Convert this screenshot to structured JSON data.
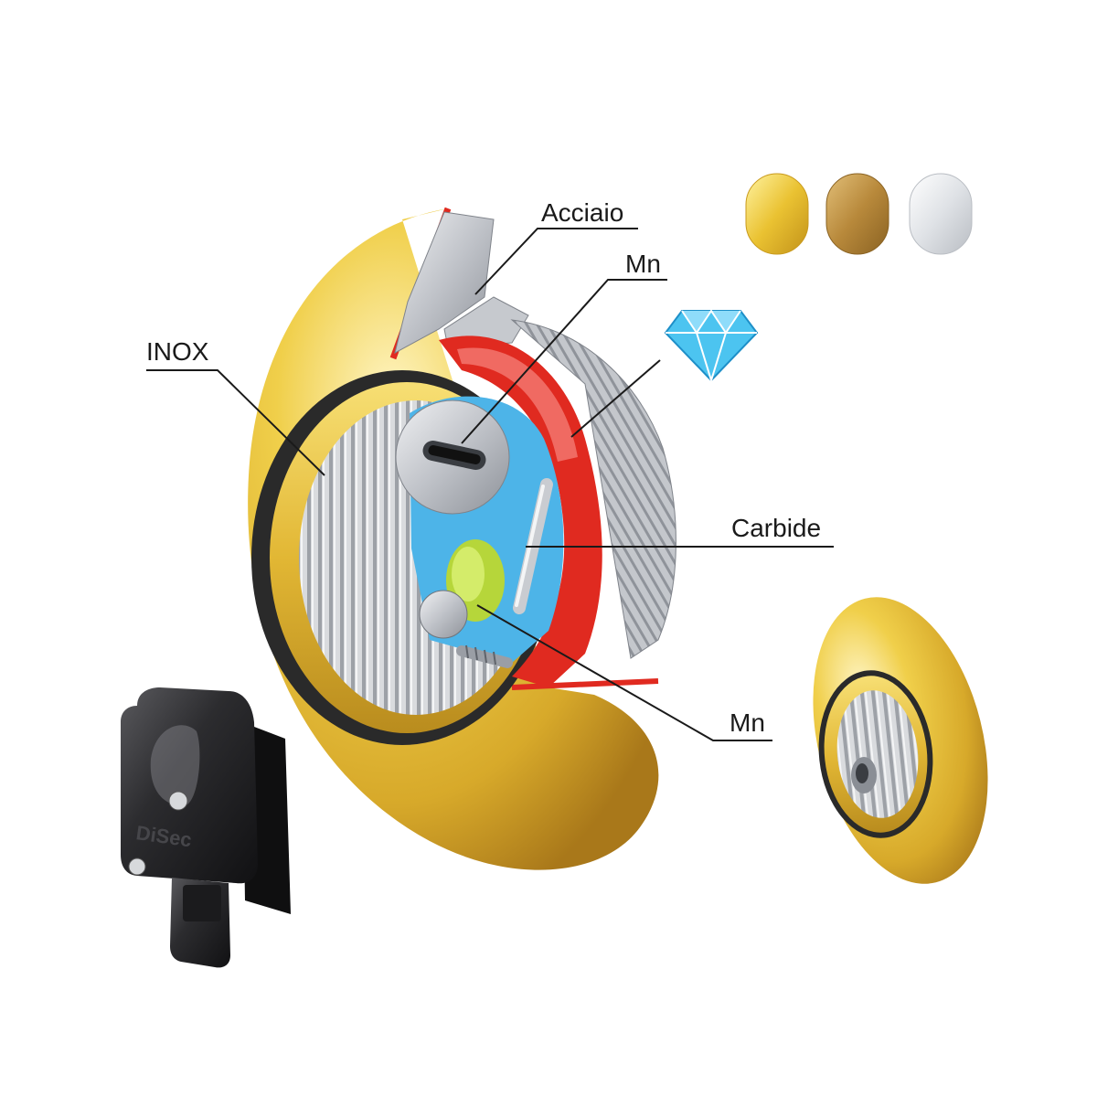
{
  "labels": {
    "acciaio": "Acciaio",
    "mn_top": "Mn",
    "inox": "INOX",
    "carbide": "Carbide",
    "mn_bottom": "Mn"
  },
  "brand": "DiSec",
  "finishes": [
    {
      "name": "polished-brass",
      "color": "#e8c030"
    },
    {
      "name": "satin-bronze",
      "color": "#b88a3c"
    },
    {
      "name": "chrome",
      "color": "#e4e6ea"
    }
  ],
  "material_colors": {
    "gold": "#e3bd2e",
    "steel": "#b9bcc2",
    "manganese_red": "#e02a20",
    "blue_insert": "#4db4e8",
    "green_insert": "#b6d63a",
    "diamond": "#4cc4f0",
    "cover_black": "#2a2a2c"
  },
  "icons": [
    "diamond-icon"
  ]
}
